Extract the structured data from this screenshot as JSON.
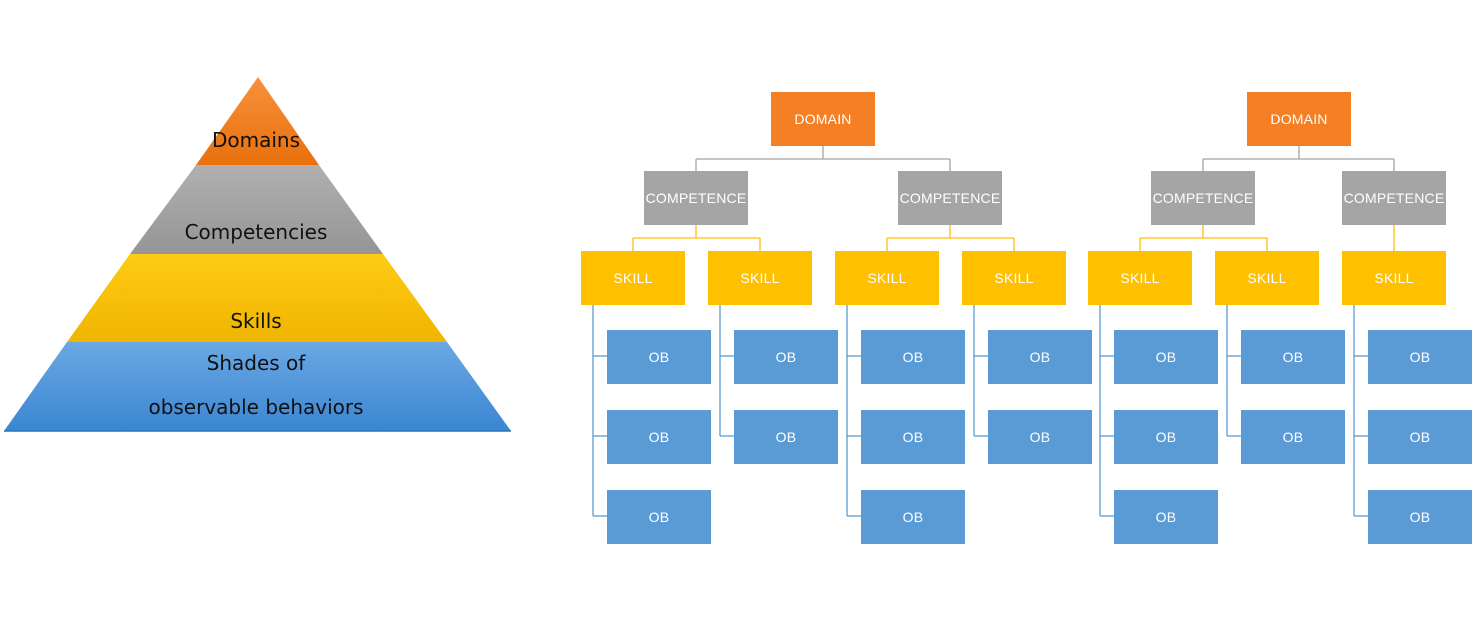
{
  "pyramid": {
    "levels": [
      {
        "label": "Domains",
        "color": "#f07d22"
      },
      {
        "label": "Competencies",
        "color": "#a3a3a3"
      },
      {
        "label": "Skills",
        "color": "#f9c300"
      },
      {
        "label_line1": "Shades of",
        "label_line2": "observable behaviors",
        "color": "#4f95d9"
      }
    ]
  },
  "hierarchy": {
    "colors": {
      "domain": "#f47f24",
      "competence": "#a5a5a5",
      "skill": "#ffc000",
      "ob": "#5b9bd5"
    },
    "domains": [
      {
        "label": "DOMAIN",
        "competences": [
          {
            "label": "COMPETENCE",
            "skills": [
              {
                "label": "SKILL",
                "obs": [
                  "OB",
                  "OB",
                  "OB"
                ]
              },
              {
                "label": "SKILL",
                "obs": [
                  "OB",
                  "OB"
                ]
              }
            ]
          },
          {
            "label": "COMPETENCE",
            "skills": [
              {
                "label": "SKILL",
                "obs": [
                  "OB",
                  "OB",
                  "OB"
                ]
              },
              {
                "label": "SKILL",
                "obs": [
                  "OB",
                  "OB"
                ]
              }
            ]
          }
        ]
      },
      {
        "label": "DOMAIN",
        "competences": [
          {
            "label": "COMPETENCE",
            "skills": [
              {
                "label": "SKILL",
                "obs": [
                  "OB",
                  "OB",
                  "OB"
                ]
              },
              {
                "label": "SKILL",
                "obs": [
                  "OB",
                  "OB"
                ]
              }
            ]
          },
          {
            "label": "COMPETENCE",
            "skills": [
              {
                "label": "SKILL",
                "obs": [
                  "OB",
                  "OB",
                  "OB"
                ]
              }
            ]
          }
        ]
      }
    ]
  }
}
